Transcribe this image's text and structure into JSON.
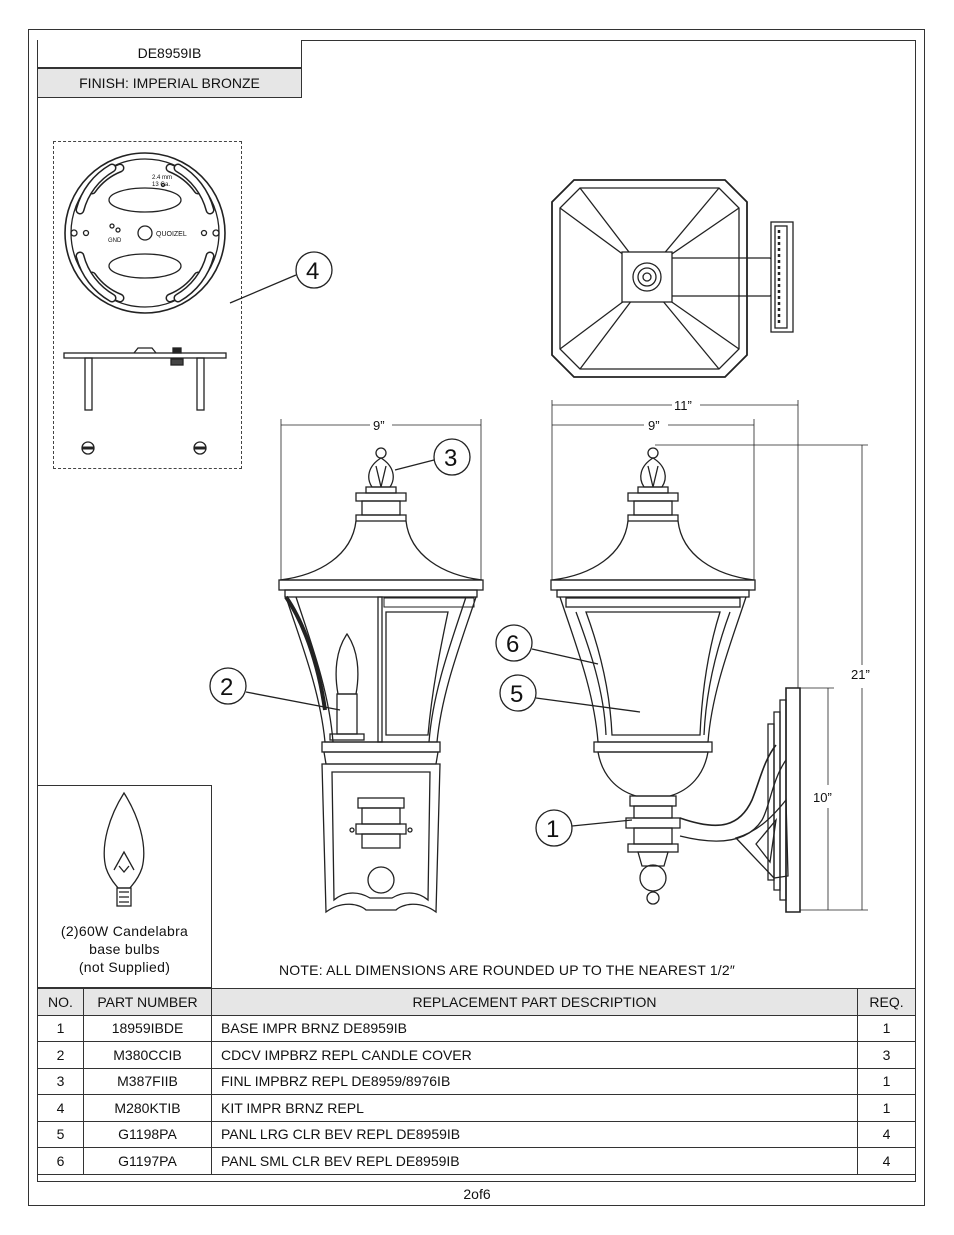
{
  "header": {
    "model": "DE8959IB",
    "finish": "FINISH: IMPERIAL BRONZE"
  },
  "mounting_plate": {
    "thickness_label": "2.4 mm",
    "gauge_label": "13 Ga.",
    "gnd_label": "GND",
    "brand_label": "QUOIZEL"
  },
  "dimensions": {
    "width_front": "9”",
    "width_side_overall": "11”",
    "width_side": "9”",
    "height_overall": "21”",
    "backplate_height": "10”"
  },
  "callouts": [
    "1",
    "2",
    "3",
    "4",
    "5",
    "6"
  ],
  "bulb": {
    "line1": "(2)60W Candelabra",
    "line2": "base bulbs",
    "line3": "(not Supplied)"
  },
  "note": "NOTE:  ALL DIMENSIONS ARE ROUNDED UP TO THE NEAREST  1/2″",
  "table": {
    "headers": {
      "no": "NO.",
      "part_number": "PART NUMBER",
      "description": "REPLACEMENT PART DESCRIPTION",
      "req": "REQ."
    },
    "rows": [
      {
        "no": "1",
        "part_number": "18959IBDE",
        "description": "BASE IMPR BRNZ DE8959IB",
        "req": "1"
      },
      {
        "no": "2",
        "part_number": "M380CCIB",
        "description": "CDCV IMPBRZ REPL CANDLE COVER",
        "req": "3"
      },
      {
        "no": "3",
        "part_number": "M387FIIB",
        "description": "FINL IMPBRZ REPL DE8959/8976IB",
        "req": "1"
      },
      {
        "no": "4",
        "part_number": "M280KTIB",
        "description": "KIT IMPR BRNZ REPL",
        "req": "1"
      },
      {
        "no": "5",
        "part_number": "G1198PA",
        "description": "PANL LRG CLR BEV REPL DE8959IB",
        "req": "4"
      },
      {
        "no": "6",
        "part_number": "G1197PA",
        "description": "PANL SML CLR BEV REPL DE8959IB",
        "req": "4"
      }
    ]
  },
  "page_label": "2of6"
}
